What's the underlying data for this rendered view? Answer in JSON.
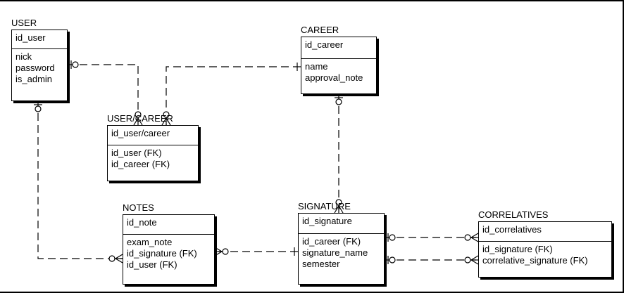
{
  "entities": {
    "user": {
      "title": "USER",
      "pk": "id_user",
      "attributes": [
        "nick",
        "password",
        "is_admin"
      ]
    },
    "career": {
      "title": "CAREER",
      "pk": "id_career",
      "attributes": [
        "name",
        "approval_note"
      ]
    },
    "user_career": {
      "title": "USER/CAREER",
      "pk": "id_user/career",
      "attributes": [
        "id_user (FK)",
        "id_career (FK)"
      ]
    },
    "notes": {
      "title": "NOTES",
      "pk": "id_note",
      "attributes": [
        "exam_note",
        "id_signature (FK)",
        "id_user (FK)"
      ]
    },
    "signature": {
      "title": "SIGNATURE",
      "pk": "id_signature",
      "attributes": [
        "id_career (FK)",
        "signature_name",
        "semester"
      ]
    },
    "correlatives": {
      "title": "CORRELATIVES",
      "pk": "id_correlatives",
      "attributes": [
        "id_signature (FK)",
        "correlative_signature (FK)"
      ]
    }
  },
  "relationships": [
    {
      "from": "user",
      "to": "user_career",
      "from_end": "one-optional",
      "to_end": "many-optional"
    },
    {
      "from": "career",
      "to": "user_career",
      "from_end": "one-mandatory",
      "to_end": "many-optional"
    },
    {
      "from": "career",
      "to": "signature",
      "from_end": "one-optional",
      "to_end": "many-optional"
    },
    {
      "from": "user",
      "to": "notes",
      "from_end": "one-optional",
      "to_end": "many-optional"
    },
    {
      "from": "signature",
      "to": "notes",
      "from_end": "one-mandatory",
      "to_end": "many-optional"
    },
    {
      "from": "signature",
      "to": "correlatives",
      "from_end": "one-optional",
      "to_end": "many-optional"
    },
    {
      "from": "signature",
      "to": "correlatives",
      "from_end": "one-optional",
      "to_end": "many-optional"
    }
  ],
  "line_color": "#000000"
}
